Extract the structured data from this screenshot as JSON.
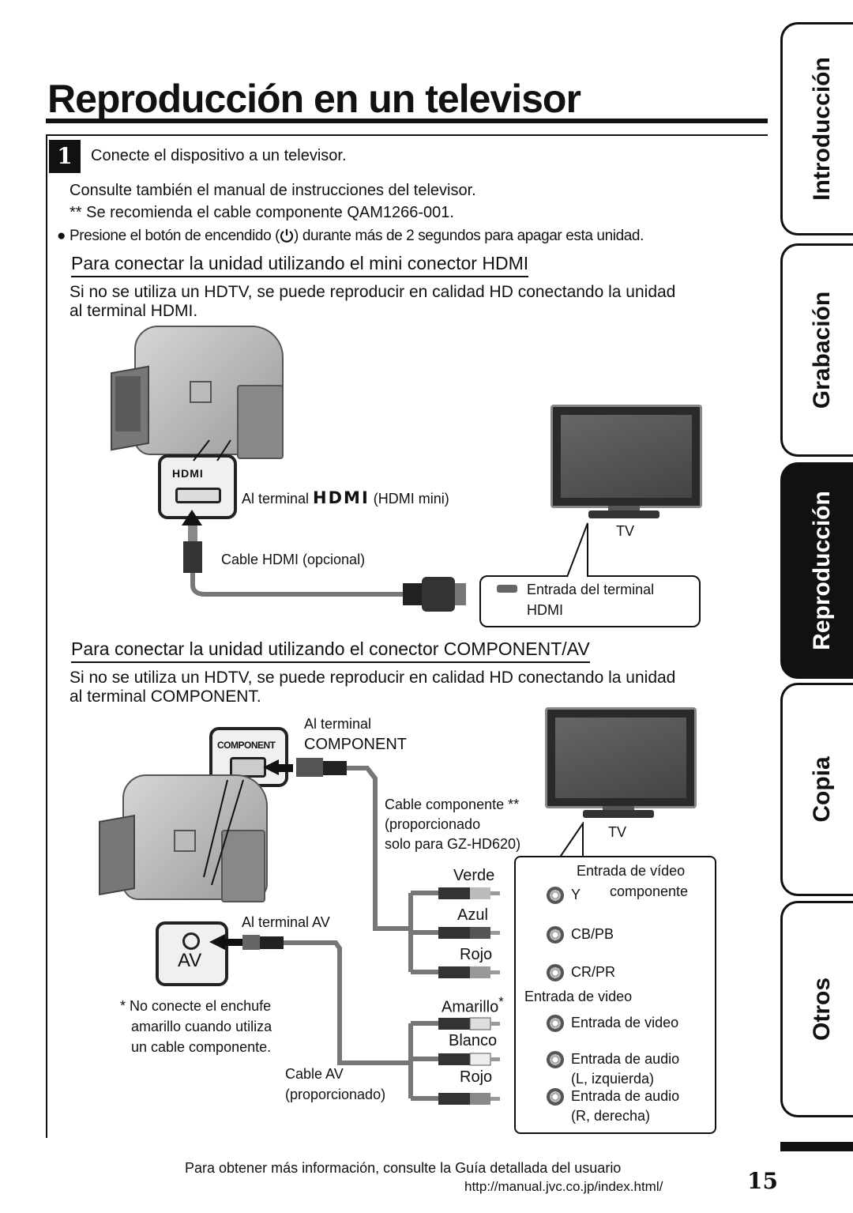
{
  "page": {
    "title": "Reproducción en un televisor",
    "step_number": "1",
    "step_text": "Conecte el dispositivo a un televisor.",
    "line1": "Consulte también el manual de instrucciones del televisor.",
    "line2": "** Se recomienda el cable componente QAM1266-001.",
    "bullet_before": "Presione el botón de encendido (",
    "bullet_after": ") durante más de 2 segundos para apagar esta unidad."
  },
  "hdmi_section": {
    "heading": "Para conectar la unidad utilizando el mini conector HDMI",
    "para1": "Si no se utiliza un HDTV, se puede reproducir en calidad HD conectando la unidad",
    "para2": "al terminal HDMI.",
    "icon_label": "HDMI",
    "terminal_prefix": "Al terminal",
    "terminal_logo": "HDMI",
    "terminal_suffix": "(HDMI mini)",
    "tv_label": "TV",
    "cable_label": "Cable HDMI (opcional)",
    "input_line1": "Entrada del terminal",
    "input_line2": "HDMI"
  },
  "component_section": {
    "heading": "Para conectar la unidad utilizando el conector COMPONENT/AV",
    "para1": "Si no se utiliza un HDTV, se puede reproducir en calidad HD conectando la unidad",
    "para2": "al terminal COMPONENT.",
    "icon_label": "COMPONENT",
    "terminal_line1": "Al terminal",
    "terminal_line2": "COMPONENT",
    "cable_line1": "Cable componente **",
    "cable_line2": "(proporcionado",
    "cable_line3": "solo para GZ-HD620)",
    "tv_label": "TV",
    "av_terminal": "Al terminal AV",
    "av_icon": "AV",
    "note_line1": "* No conecte el enchufe",
    "note_line2": "amarillo cuando utiliza",
    "note_line3": "un cable componente.",
    "av_cable_line1": "Cable AV",
    "av_cable_line2": "(proporcionado)",
    "plugs": [
      "Verde",
      "Azul",
      "Rojo",
      "Amarillo",
      "Blanco",
      "Rojo"
    ],
    "amarillo_mark": "*",
    "video_comp_line1": "Entrada de vídeo",
    "video_comp_line2": "componente",
    "y_label": "Y",
    "cb_label": "CB/PB",
    "cr_label": "CR/PR",
    "video_head": "Entrada de video",
    "video_in": "Entrada de video",
    "audio_l_line1": "Entrada de audio",
    "audio_l_line2": "(L, izquierda)",
    "audio_r_line1": "Entrada de audio",
    "audio_r_line2": "(R, derecha)"
  },
  "side_tabs": [
    {
      "label": "Introducción",
      "active": false
    },
    {
      "label": "Grabación",
      "active": false
    },
    {
      "label": "Reproducción",
      "active": true
    },
    {
      "label": "Copia",
      "active": false
    },
    {
      "label": "Otros",
      "active": false
    }
  ],
  "footer": {
    "line1": "Para obtener más información, consulte la Guía detallada del usuario",
    "line2": "http://manual.jvc.co.jp/index.html/",
    "page_number": "15"
  }
}
